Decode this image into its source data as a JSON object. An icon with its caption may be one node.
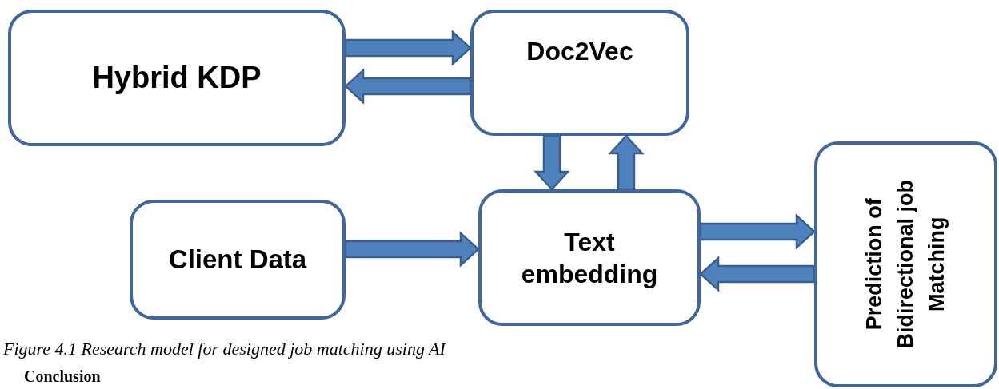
{
  "diagram": {
    "caption": "Figure 4.1 Research model for designed job matching using AI",
    "nodes": [
      {
        "text": [
          "Hybrid KDP"
        ]
      },
      {
        "text": [
          "Doc2Vec"
        ]
      },
      {
        "text": [
          "Client Data"
        ]
      },
      {
        "text": [
          "Text embedding"
        ]
      },
      {
        "text": [
          "Prediction of Bidirectional job Matching"
        ]
      }
    ],
    "edges": [
      {
        "from": 0,
        "to": 1,
        "arrow": "to"
      },
      {
        "from": 1,
        "to": 0,
        "arrow": "to"
      },
      {
        "from": 1,
        "to": 3,
        "arrow": "to"
      },
      {
        "from": 3,
        "to": 1,
        "arrow": "to"
      },
      {
        "from": 2,
        "to": 3,
        "arrow": "to"
      },
      {
        "from": 3,
        "to": 4,
        "arrow": "to"
      },
      {
        "from": 4,
        "to": 3,
        "arrow": "to"
      }
    ],
    "labels": [
      "Conclusion"
    ]
  }
}
